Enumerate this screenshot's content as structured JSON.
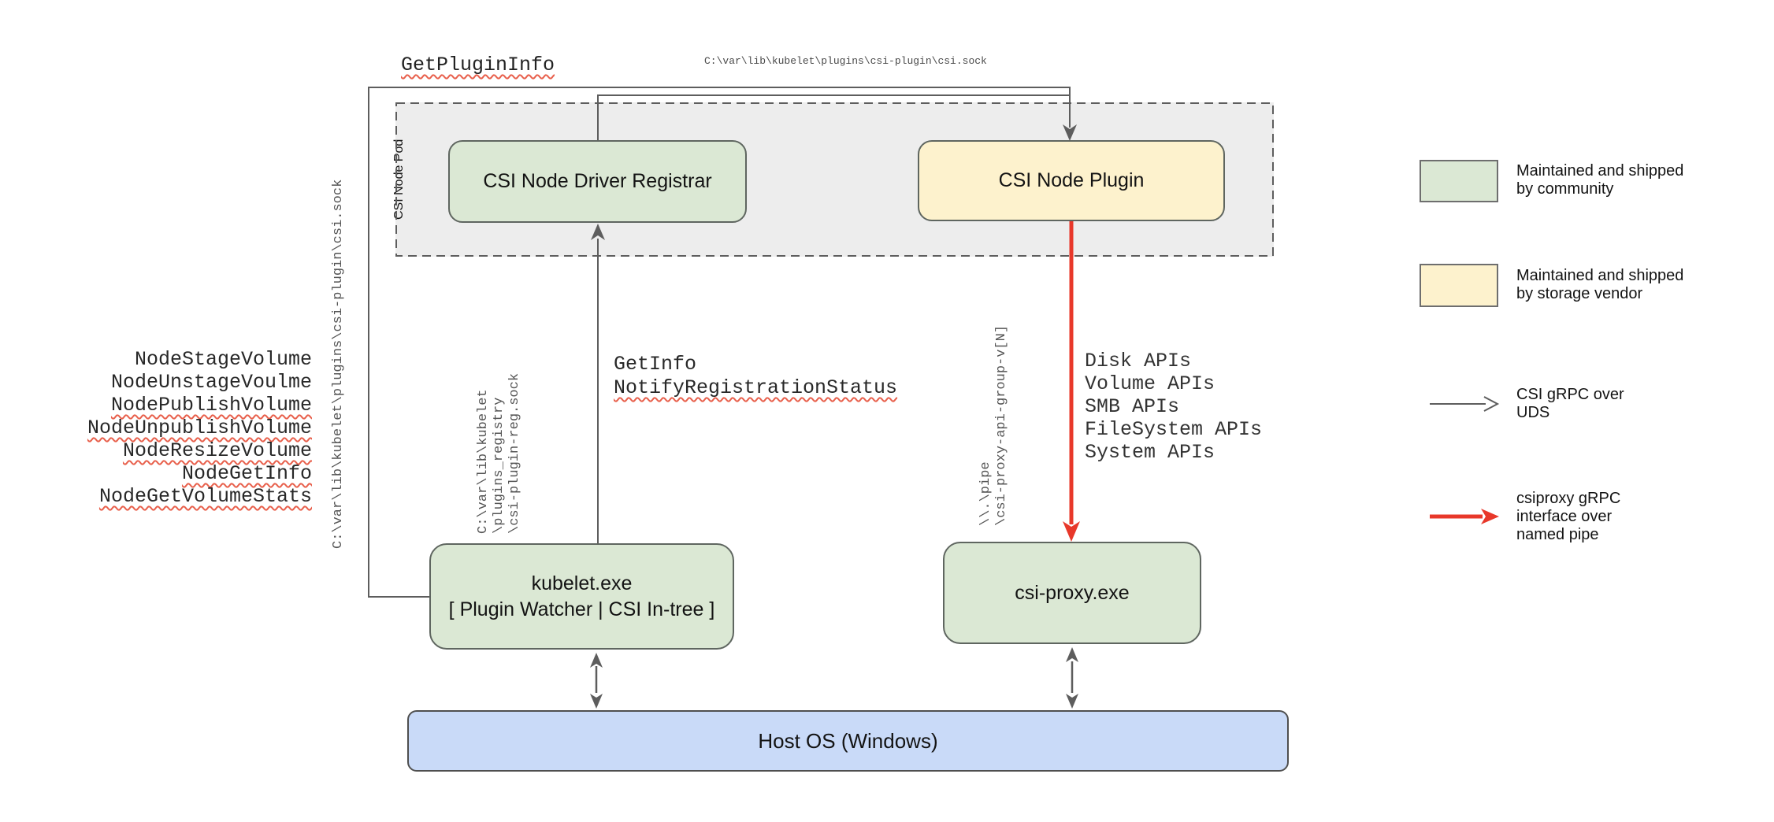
{
  "diagram": {
    "top_labels": {
      "get_plugin_info": "GetPluginInfo",
      "csi_sock_path": "C:\\var\\lib\\kubelet\\plugins\\csi-plugin\\csi.sock"
    },
    "pod": {
      "label": "CSI Node Pod"
    },
    "nodes": {
      "registrar": {
        "label": "CSI Node Driver Registrar"
      },
      "plugin": {
        "label": "CSI Node Plugin"
      },
      "kubelet": {
        "line1": "kubelet.exe",
        "line2": "[ Plugin Watcher | CSI In-tree ]"
      },
      "csi_proxy": {
        "label": "csi-proxy.exe"
      },
      "host_os": {
        "label": "Host OS (Windows)"
      }
    },
    "edge_labels": {
      "kubelet_sock_vertical": "C:\\var\\lib\\kubelet\\plugins\\csi-plugin\\csi.sock",
      "registrar_sock_lines": [
        "C:\\var\\lib\\kubelet",
        "\\plugins_registry",
        "\\csi-plugin-reg.sock"
      ],
      "pipe_lines": [
        "\\\\.\\pipe",
        "\\csi-proxy-api-group-v[N]"
      ],
      "node_calls": [
        {
          "text": "NodeStageVolume",
          "misspelled": false
        },
        {
          "text": "NodeUnstageVoulme",
          "misspelled": false
        },
        {
          "text": "NodePublishVolume",
          "misspelled": true
        },
        {
          "text": "NodeUnpublishVolume",
          "misspelled": true
        },
        {
          "text": "NodeResizeVolume",
          "misspelled": true
        },
        {
          "text": "NodeGetInfo",
          "misspelled": true
        },
        {
          "text": "NodeGetVolumeStats",
          "misspelled": true
        }
      ],
      "registrar_calls": [
        {
          "text": "GetInfo",
          "misspelled": false
        },
        {
          "text": "NotifyRegistrationStatus",
          "misspelled": true
        }
      ],
      "proxy_apis": [
        "Disk APIs",
        "Volume APIs",
        "SMB APIs",
        "FileSystem APIs",
        "System APIs"
      ]
    },
    "legend": {
      "items": [
        {
          "type": "swatch",
          "color": "#dbe8d4",
          "lines": [
            "Maintained and shipped",
            "by community"
          ]
        },
        {
          "type": "swatch",
          "color": "#fdf2cd",
          "lines": [
            "Maintained and shipped",
            "by storage vendor"
          ]
        },
        {
          "type": "arrow",
          "color": "#5d5d5d",
          "lines": [
            "CSI gRPC over",
            "UDS"
          ]
        },
        {
          "type": "arrow",
          "color": "#e8382a",
          "lines": [
            "csiproxy gRPC",
            "interface over",
            "named pipe"
          ]
        }
      ]
    },
    "colors": {
      "community_green": "#dbe8d4",
      "vendor_yellow": "#fdf2cd",
      "host_blue": "#c9daf8",
      "pod_gray": "#ededed",
      "connector_gray": "#5d5d5d",
      "pipe_red": "#e8382a",
      "squiggle_red": "#e8604c"
    }
  }
}
